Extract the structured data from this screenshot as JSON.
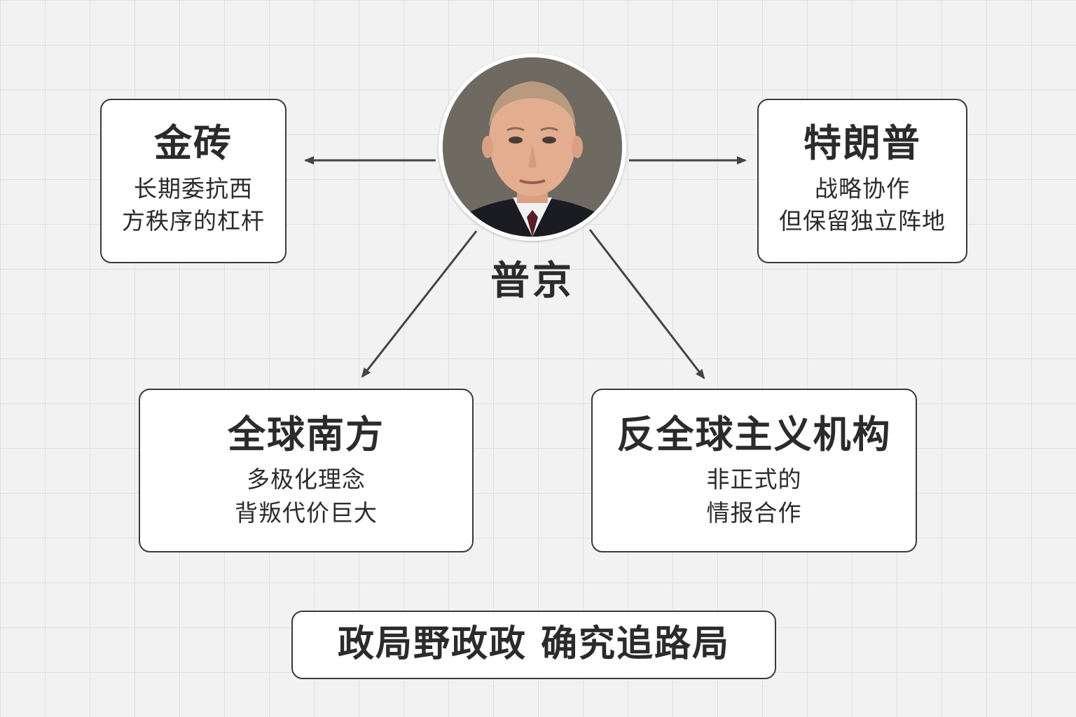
{
  "center": {
    "name": "普京"
  },
  "nodes": {
    "jinzhuan": {
      "title": "金砖",
      "lines": [
        "长期委抗西",
        "方秩序的杠杆"
      ]
    },
    "trump": {
      "title": "特朗普",
      "lines": [
        "战略协作",
        "但保留独立阵地"
      ]
    },
    "global_south": {
      "title": "全球南方",
      "lines": [
        "多极化理念",
        "背叛代价巨大"
      ]
    },
    "anti_globalist": {
      "title": "反全球主义机构",
      "lines": [
        "非正式的",
        "情报合作"
      ]
    }
  },
  "footer": {
    "text": "政局野政政 确究追路局"
  },
  "colors": {
    "background": "#f2f2f2",
    "grid": "#e0e0e0",
    "box_border": "#3a3a3a",
    "text": "#2b2b2b",
    "arrow": "#444444"
  },
  "icons": {
    "center_portrait": "portrait-photo",
    "arrows": "arrow-icon"
  }
}
